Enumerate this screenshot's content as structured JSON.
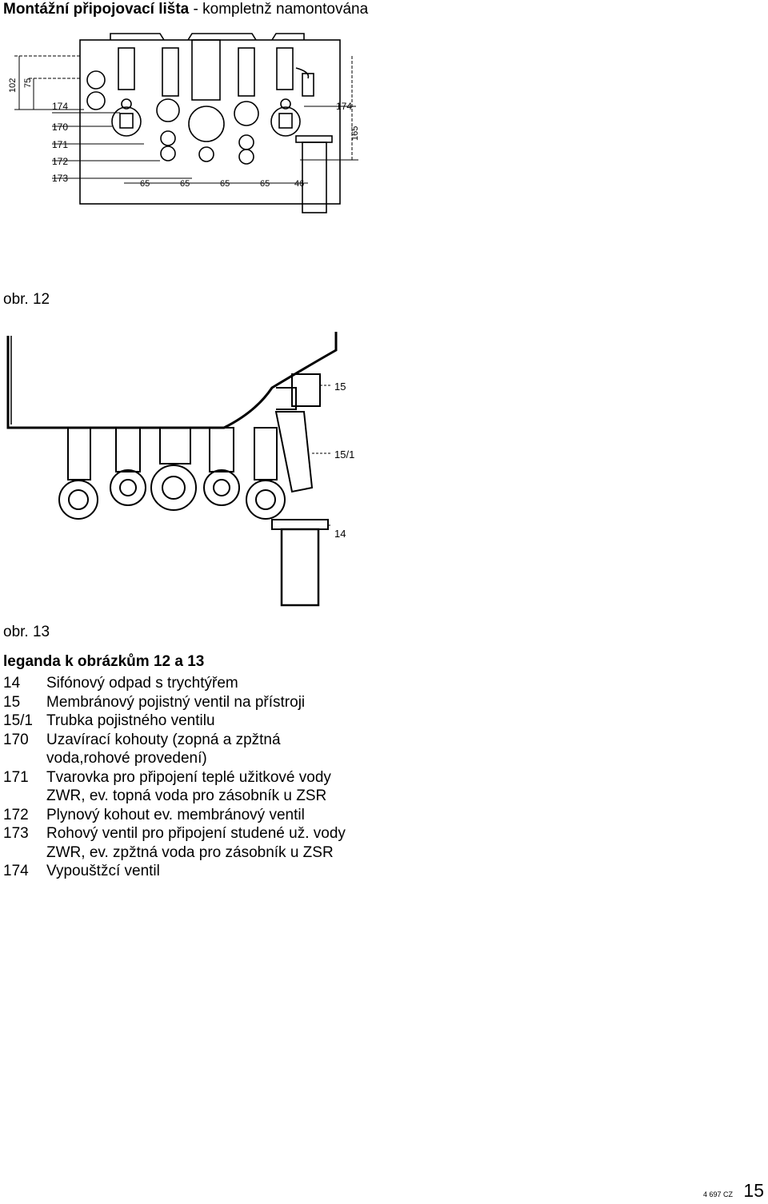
{
  "header": {
    "title_bold": "Montážní připojovací lišta",
    "title_rest": " - kompletnž namontována"
  },
  "figure12": {
    "caption": "obr. 12",
    "labels_left": [
      "174",
      "170",
      "171",
      "172",
      "173"
    ],
    "label_right": "174",
    "dim_vertical": [
      "102",
      "75"
    ],
    "dim_right": "165",
    "dim_bottom": [
      "65",
      "65",
      "65",
      "65",
      "46"
    ]
  },
  "figure13": {
    "caption": "obr. 13",
    "labels": [
      "15",
      "15/1",
      "14"
    ]
  },
  "legend": {
    "heading": "leganda k obrázkům 12 a 13",
    "items": [
      {
        "num": "14",
        "lines": [
          "Sifónový odpad s trychtýřem"
        ]
      },
      {
        "num": "15",
        "lines": [
          "Membránový pojistný ventil na přístroji"
        ]
      },
      {
        "num": "15/1",
        "lines": [
          "Trubka pojistného ventilu"
        ]
      },
      {
        "num": "170",
        "lines": [
          "Uzavírací kohouty (zopná a zpžtná",
          "voda,rohové provedení)"
        ]
      },
      {
        "num": "171",
        "lines": [
          "Tvarovka pro připojení teplé užitkové vody",
          "ZWR, ev. topná voda pro zásobník u ZSR"
        ]
      },
      {
        "num": "172",
        "lines": [
          "Plynový kohout ev. membránový ventil"
        ]
      },
      {
        "num": "173",
        "lines": [
          "Rohový ventil pro připojení studené už. vody",
          "ZWR, ev. zpžtná voda pro zásobník u ZSR"
        ]
      },
      {
        "num": "174",
        "lines": [
          "Vypouštžcí ventil"
        ]
      }
    ]
  },
  "footer": {
    "code": "4 697 CZ",
    "page": "15"
  }
}
